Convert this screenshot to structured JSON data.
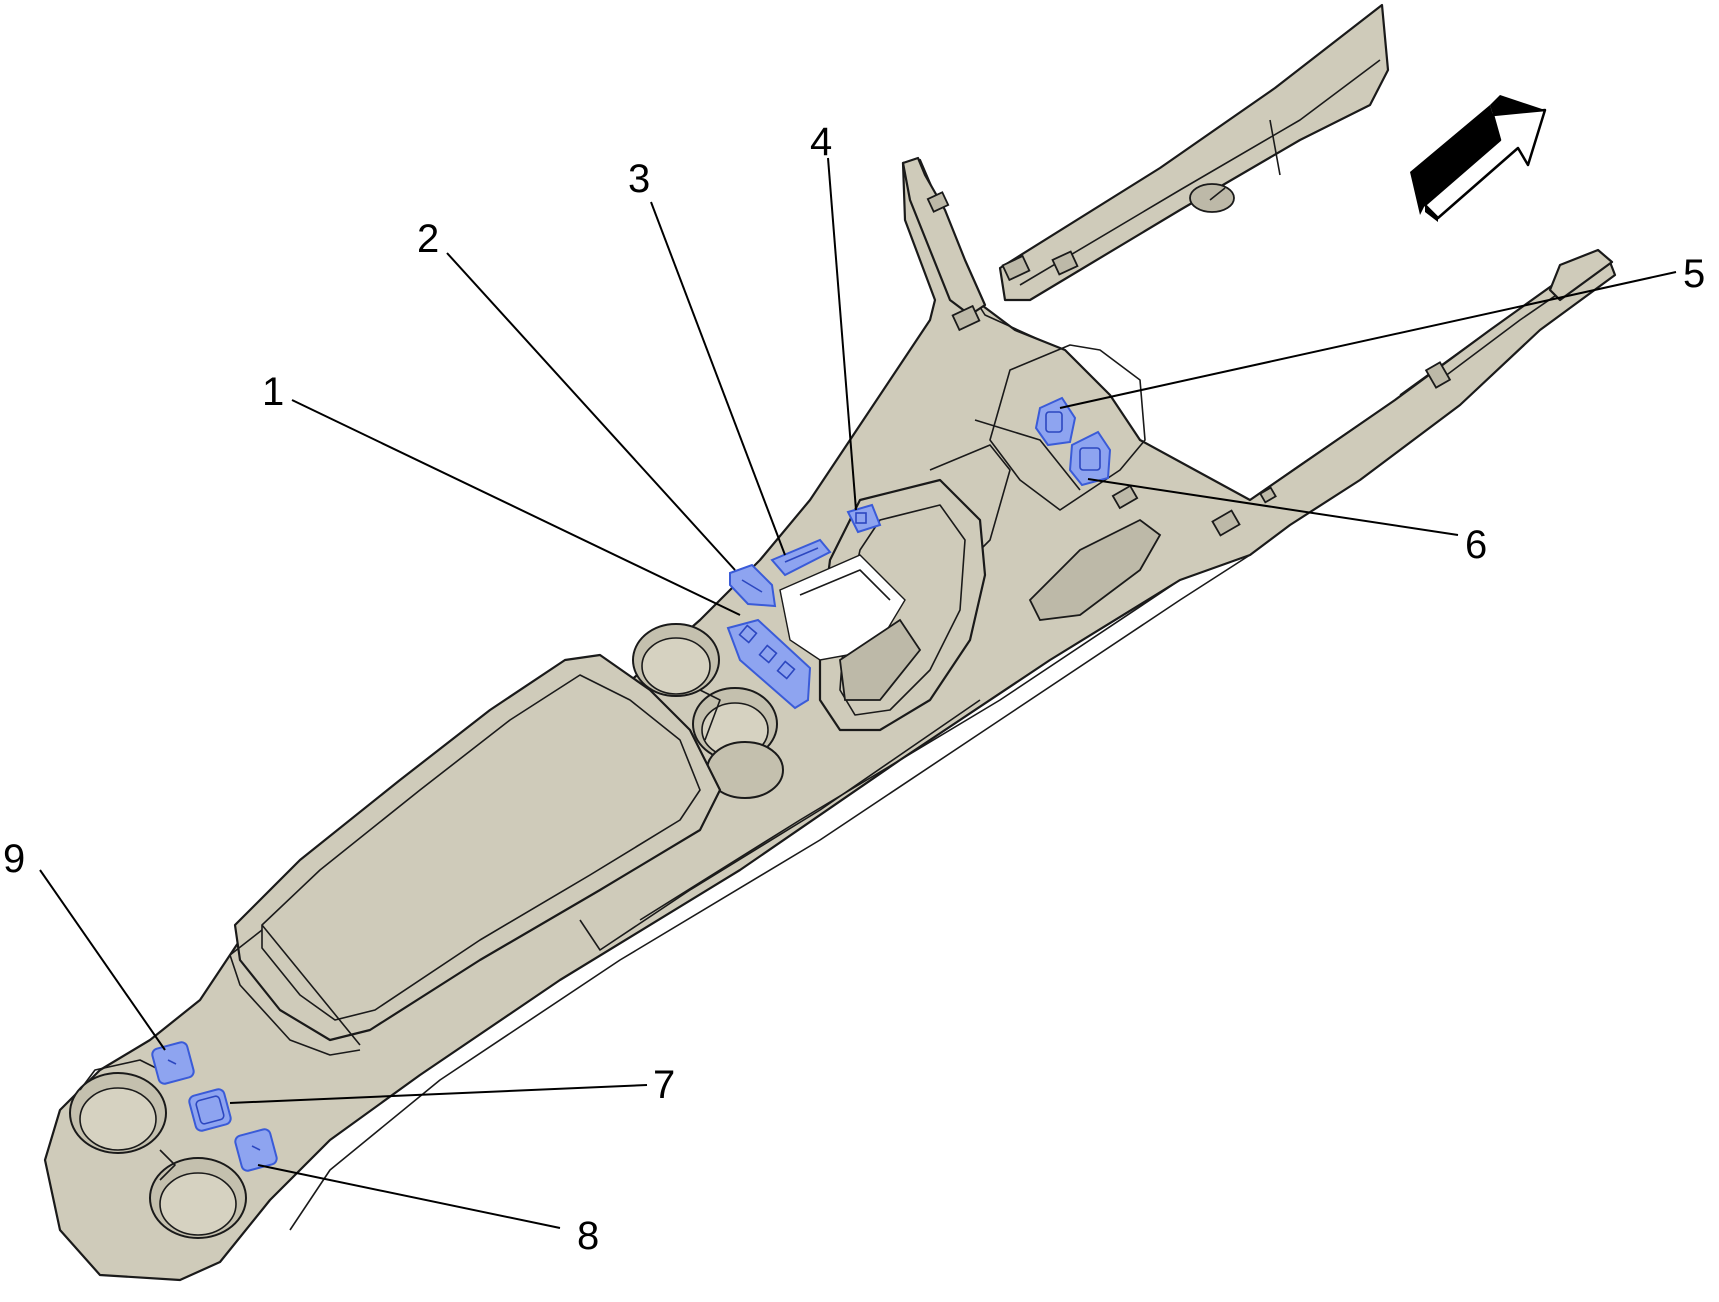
{
  "callouts": [
    {
      "id": 1,
      "label": "1"
    },
    {
      "id": 2,
      "label": "2"
    },
    {
      "id": 3,
      "label": "3"
    },
    {
      "id": 4,
      "label": "4"
    },
    {
      "id": 5,
      "label": "5"
    },
    {
      "id": 6,
      "label": "6"
    },
    {
      "id": 7,
      "label": "7"
    },
    {
      "id": 8,
      "label": "8"
    },
    {
      "id": 9,
      "label": "9"
    }
  ],
  "colors": {
    "console_body": "#cfcbba",
    "highlight_switch": "#8ea4f0",
    "outline": "#1a1a1a"
  },
  "icons": [
    "forward-direction-arrow-icon"
  ]
}
